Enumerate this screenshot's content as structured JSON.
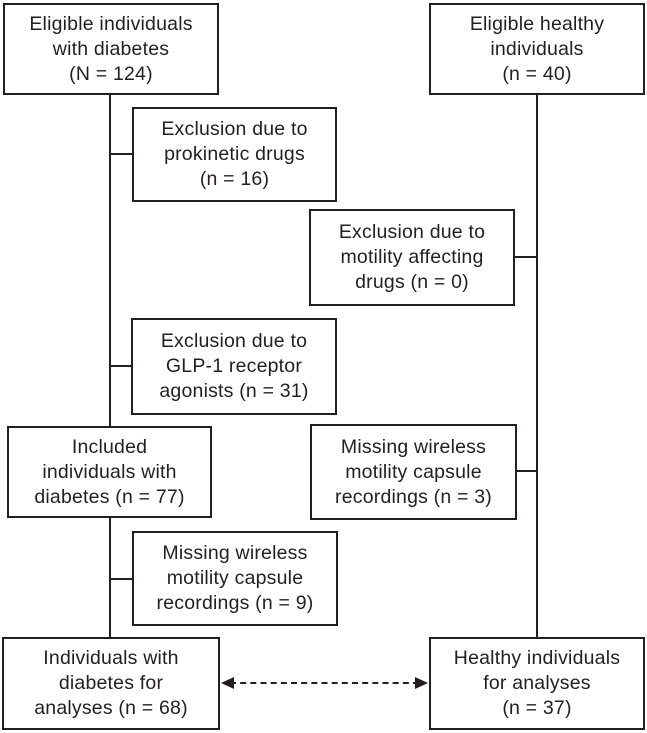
{
  "diagram": {
    "type": "flowchart",
    "description": "Participant flow diagram for study inclusion/exclusion",
    "colors": {
      "ink": "#231f20",
      "background": "#ffffff",
      "box_fill": "#ffffff"
    },
    "boxes": [
      {
        "id": "eligible-diabetes",
        "label": "Eligible individuals\nwith diabetes\n(N = 124)"
      },
      {
        "id": "eligible-healthy",
        "label": "Eligible healthy\nindividuals\n(n = 40)"
      },
      {
        "id": "excl-prokinetic",
        "label": "Exclusion due to\nprokinetic drugs\n(n = 16)"
      },
      {
        "id": "excl-motility",
        "label": "Exclusion due to\nmotility affecting\ndrugs (n = 0)"
      },
      {
        "id": "excl-glp1",
        "label": "Exclusion due to\nGLP-1 receptor\nagonists (n = 31)"
      },
      {
        "id": "included-diabetes",
        "label": "Included\nindividuals with\ndiabetes (n = 77)"
      },
      {
        "id": "missing-recordings-healthy",
        "label": "Missing wireless\nmotility capsule\nrecordings (n = 3)"
      },
      {
        "id": "missing-recordings-diabetes",
        "label": "Missing wireless\nmotility capsule\nrecordings (n = 9)"
      },
      {
        "id": "diabetes-analyses",
        "label": "Individuals with\ndiabetes for\nanalyses (n = 68)"
      },
      {
        "id": "healthy-analyses",
        "label": "Healthy individuals\nfor analyses\n(n = 37)"
      }
    ],
    "connections": [
      {
        "from": "eligible-diabetes",
        "to": "included-diabetes",
        "style": "solid"
      },
      {
        "from": "eligible-diabetes-line",
        "to": "excl-prokinetic",
        "style": "solid"
      },
      {
        "from": "eligible-diabetes-line",
        "to": "excl-glp1",
        "style": "solid"
      },
      {
        "from": "included-diabetes",
        "to": "diabetes-analyses",
        "style": "solid"
      },
      {
        "from": "included-diabetes-line",
        "to": "missing-recordings-diabetes",
        "style": "solid"
      },
      {
        "from": "eligible-healthy",
        "to": "healthy-analyses",
        "style": "solid"
      },
      {
        "from": "eligible-healthy-line",
        "to": "excl-motility",
        "style": "solid"
      },
      {
        "from": "eligible-healthy-line",
        "to": "missing-recordings-healthy",
        "style": "solid"
      },
      {
        "from": "diabetes-analyses",
        "to": "healthy-analyses",
        "style": "dashed-double-arrow"
      }
    ]
  }
}
